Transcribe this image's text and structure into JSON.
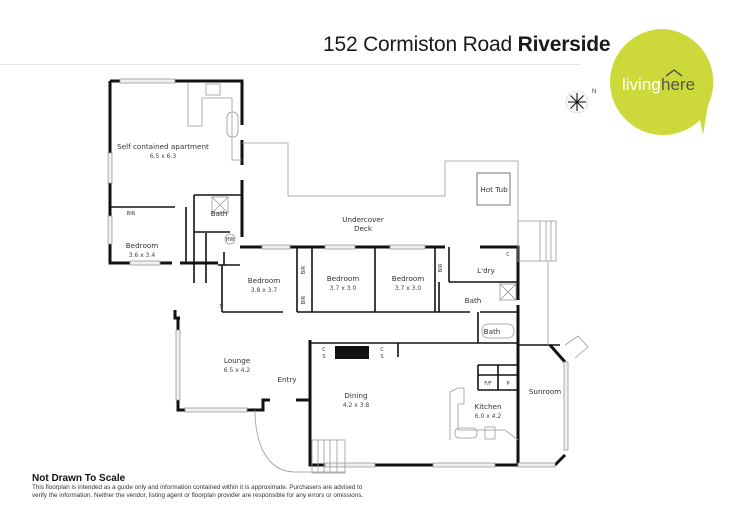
{
  "header": {
    "address": "152 Cormiston Road",
    "suburb": "Riverside"
  },
  "brand": {
    "logo_text_1": "living",
    "logo_text_2": "here",
    "color": "#cdd93b"
  },
  "compass": {
    "north_label": "N"
  },
  "rooms": {
    "apartment": {
      "name": "Self contained apartment",
      "dim": "6.5 x 6.3"
    },
    "apartment_bath": {
      "name": "Bath"
    },
    "apartment_bir": {
      "name": "BIR"
    },
    "bedroom1": {
      "name": "Bedroom",
      "dim": "3.6 x 3.4"
    },
    "hw": {
      "name": "HW"
    },
    "bedroom2": {
      "name": "Bedroom",
      "dim": "3.8 x 3.7"
    },
    "bedroom3": {
      "name": "Bedroom",
      "dim": "3.7 x 3.0"
    },
    "bedroom4": {
      "name": "Bedroom",
      "dim": "3.7 x 3.0"
    },
    "bir": "BIR",
    "store": "S",
    "cupboard": "C",
    "deck": {
      "name_line1": "Undercover",
      "name_line2": "Deck"
    },
    "hot_tub": {
      "name": "Hot Tub"
    },
    "laundry": {
      "name": "L'dry"
    },
    "bath_main": {
      "name": "Bath"
    },
    "bath_ensuite": {
      "name": "Bath"
    },
    "lounge": {
      "name": "Lounge",
      "dim": "6.5 x 4.2"
    },
    "entry": {
      "name": "Entry"
    },
    "dining": {
      "name": "Dining",
      "dim": "4.2 x 3.8"
    },
    "kitchen": {
      "name": "Kitchen",
      "dim": "6.0 x 4.2"
    },
    "fridge": "F/F",
    "pantry": "P",
    "sunroom": {
      "name": "Sunroom"
    }
  },
  "footer": {
    "not_to_scale": "Not Drawn To Scale",
    "disclaimer_line1": "This floorplan is intended as a guide only and information contained within it is approximate. Purchasers are advised to",
    "disclaimer_line2": "verify the information. Neither the vendor, listing agent or floorplan provider are responsible for any errors or omissions."
  }
}
